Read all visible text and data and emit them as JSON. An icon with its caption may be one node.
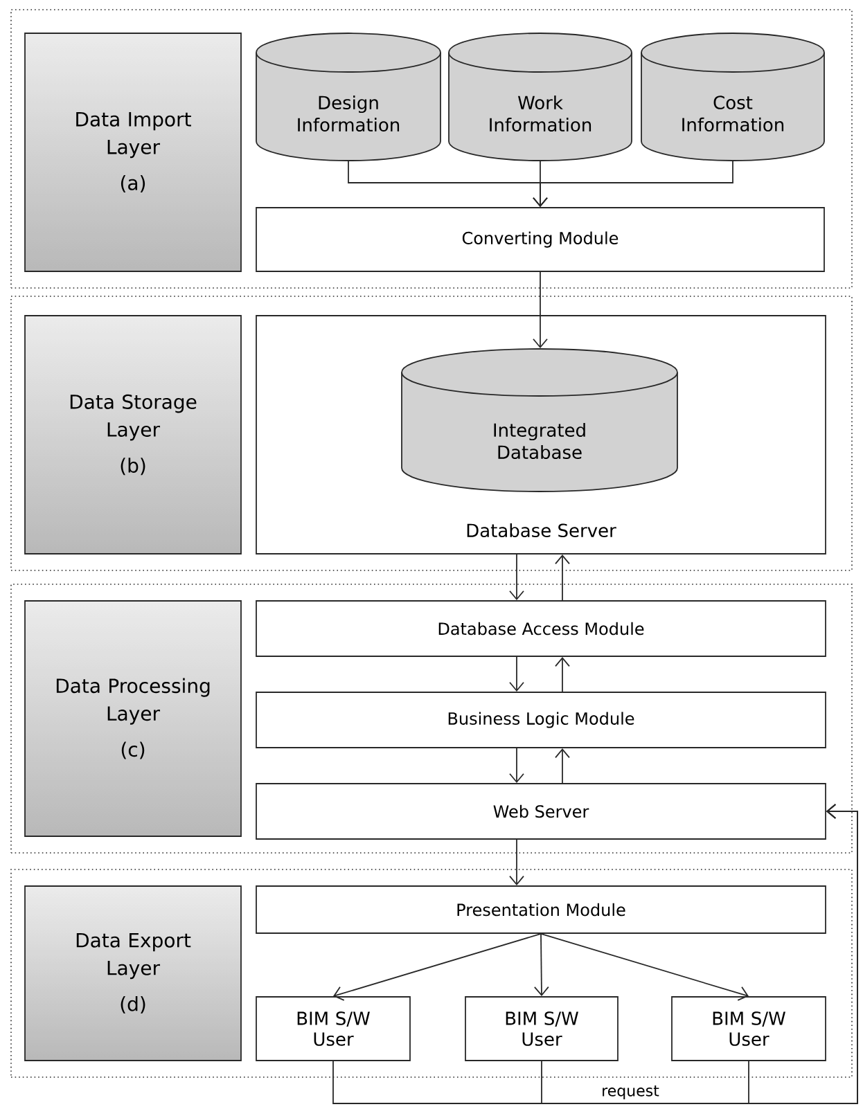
{
  "diagram": {
    "nodes": [
      {
        "text": [],
        "shape": "box"
      },
      {
        "text": [
          "Data Import Layer",
          "(a)"
        ],
        "in": 0
      },
      {
        "text": [
          "Design Information"
        ],
        "in": 0
      },
      {
        "text": [
          "Work Information"
        ],
        "in": 0
      },
      {
        "text": [
          "Cost Information"
        ],
        "in": 0
      },
      {
        "text": [
          "Converting Module"
        ],
        "in": 0
      },
      {
        "text": [],
        "shape": "box"
      },
      {
        "text": [
          "Data Storage Layer",
          "(b)"
        ],
        "in": 6
      },
      {
        "text": [
          "Database Server"
        ],
        "in": 6
      },
      {
        "text": [
          "Integrated Database"
        ],
        "in": 8
      },
      {
        "text": [],
        "shape": "box"
      },
      {
        "text": [
          "Data Processing Layer",
          "(c)"
        ],
        "in": 10
      },
      {
        "text": [
          "Database Access Module"
        ],
        "in": 10
      },
      {
        "text": [
          "Business Logic Module"
        ],
        "in": 10
      },
      {
        "text": [
          "Web Server"
        ],
        "in": 10
      },
      {
        "text": [],
        "shape": "box"
      },
      {
        "text": [
          "Data Export Layer",
          "(d)"
        ],
        "in": 15
      },
      {
        "text": [
          "Presentation Module"
        ],
        "in": 15
      },
      {
        "text": [
          "BIM S/W User"
        ],
        "in": 15
      },
      {
        "text": [
          "BIM S/W User"
        ],
        "in": 15
      },
      {
        "text": [
          "BIM S/W User"
        ],
        "in": 15
      }
    ],
    "edges": [
      {
        "from": 2,
        "to": 5,
        "arrow": "to"
      },
      {
        "from": 3,
        "to": 5,
        "arrow": "to"
      },
      {
        "from": 4,
        "to": 5,
        "arrow": "to"
      },
      {
        "from": 5,
        "to": 9,
        "arrow": "to"
      },
      {
        "from": 8,
        "to": 12,
        "arrow": "to"
      },
      {
        "from": 12,
        "to": 8,
        "arrow": "to"
      },
      {
        "from": 12,
        "to": 13,
        "arrow": "to"
      },
      {
        "from": 13,
        "to": 12,
        "arrow": "to"
      },
      {
        "from": 13,
        "to": 14,
        "arrow": "to"
      },
      {
        "from": 14,
        "to": 13,
        "arrow": "to"
      },
      {
        "from": 14,
        "to": 17,
        "arrow": "to"
      },
      {
        "from": 17,
        "to": 18,
        "arrow": "to"
      },
      {
        "from": 17,
        "to": 19,
        "arrow": "to"
      },
      {
        "from": 17,
        "to": 20,
        "arrow": "to"
      },
      {
        "from": 18,
        "to": 14,
        "arrow": "to"
      },
      {
        "from": 19,
        "to": 14,
        "arrow": "to",
        "label": "request"
      },
      {
        "from": 20,
        "to": 14,
        "arrow": "to"
      }
    ]
  }
}
